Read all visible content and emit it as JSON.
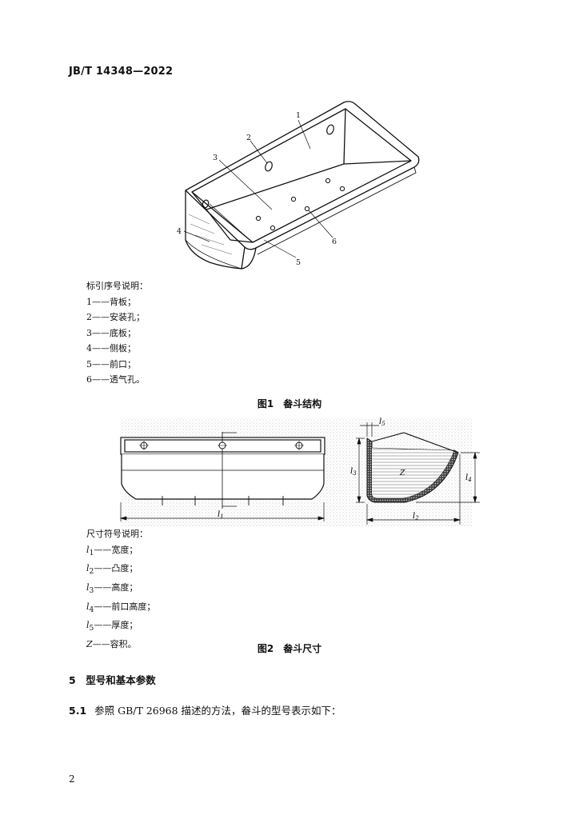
{
  "header": {
    "standard_code": "JB/T 14348—2022"
  },
  "figure1": {
    "callouts": [
      "1",
      "2",
      "3",
      "4",
      "5",
      "6"
    ],
    "legend_title": "标引序号说明：",
    "legend": [
      "1——背板；",
      "2——安装孔；",
      "3——底板；",
      "4——侧板；",
      "5——前口；",
      "6——透气孔。"
    ],
    "caption": "图1　畚斗结构"
  },
  "figure2": {
    "dim_labels": {
      "l1": "l1",
      "l2": "l2",
      "l3": "l3",
      "l4": "l4",
      "l5": "l5",
      "z": "Z"
    },
    "legend_title": "尺寸符号说明：",
    "legend": [
      {
        "sym": "l",
        "sub": "1",
        "text": "——宽度；"
      },
      {
        "sym": "l",
        "sub": "2",
        "text": "——凸度；"
      },
      {
        "sym": "l",
        "sub": "3",
        "text": "——高度；"
      },
      {
        "sym": "l",
        "sub": "4",
        "text": "——前口高度；"
      },
      {
        "sym": "l",
        "sub": "5",
        "text": "——厚度；"
      },
      {
        "sym": "Z",
        "sub": "",
        "text": "——容积。"
      }
    ],
    "caption": "图2　畚斗尺寸"
  },
  "section5": {
    "heading": "5　型号和基本参数",
    "p51_num": "5.1",
    "p51_text": "参照 GB/T 26968 描述的方法，畚斗的型号表示如下："
  },
  "page_number": "2"
}
